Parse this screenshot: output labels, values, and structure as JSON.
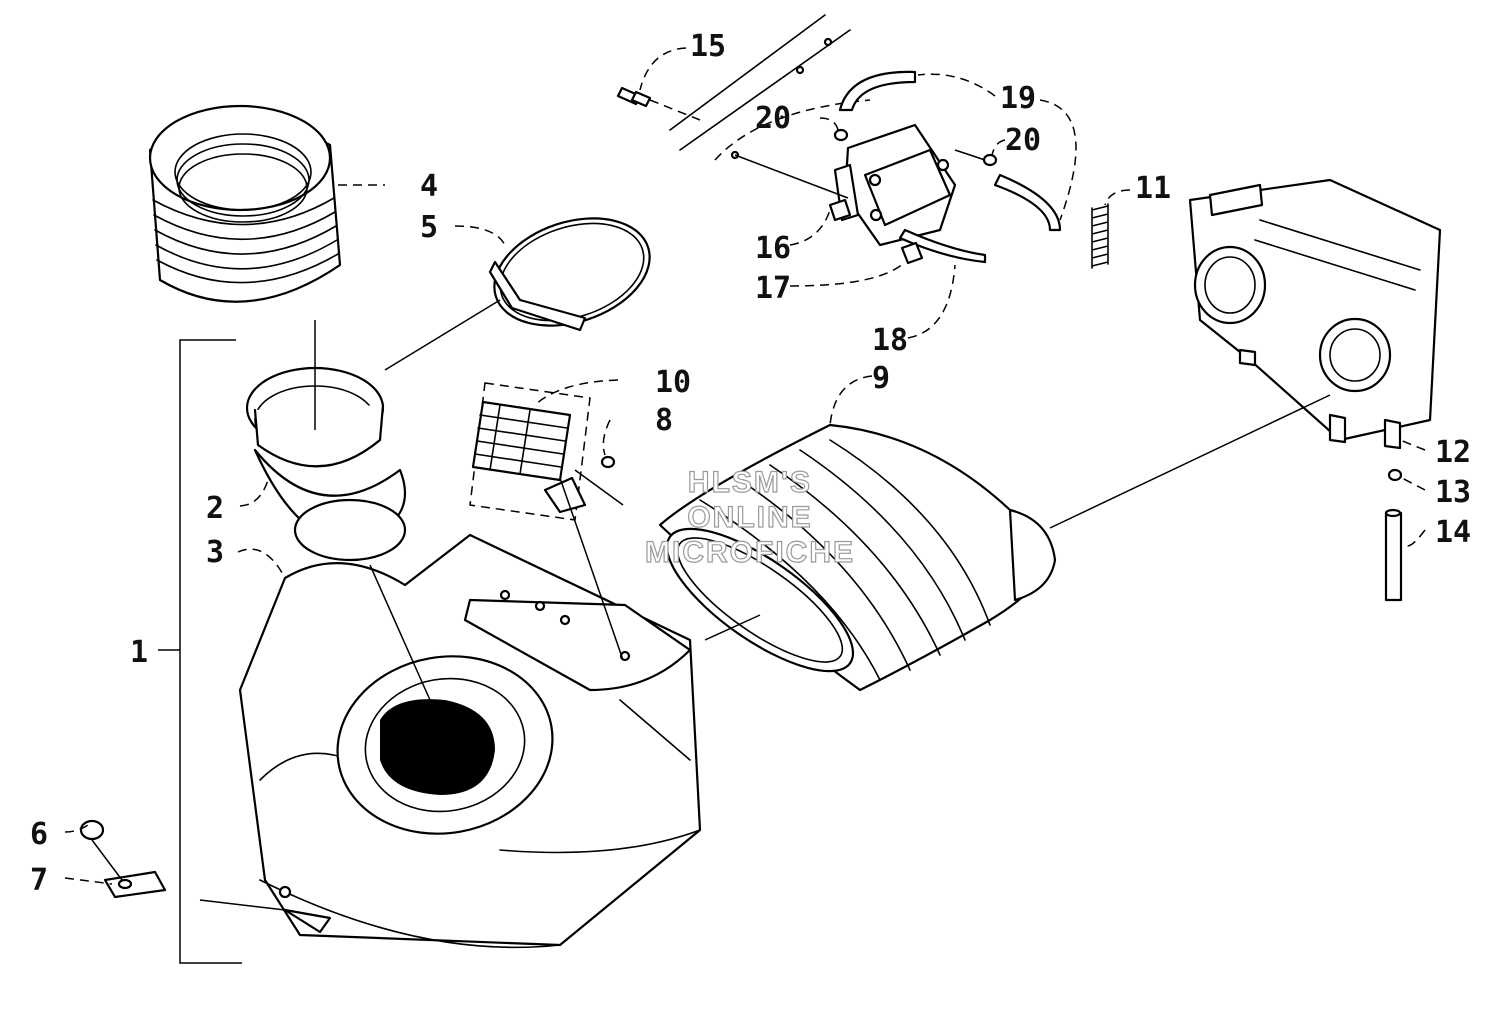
{
  "callouts": {
    "c1": "1",
    "c2": "2",
    "c3": "3",
    "c4": "4",
    "c5": "5",
    "c6": "6",
    "c7": "7",
    "c8": "8",
    "c9": "9",
    "c10": "10",
    "c11": "11",
    "c12": "12",
    "c13": "13",
    "c14": "14",
    "c15": "15",
    "c16": "16",
    "c17": "17",
    "c18": "18",
    "c19": "19",
    "c20a": "20",
    "c20b": "20"
  },
  "watermark": {
    "line1": "HLSM'S",
    "line2": "ONLINE",
    "line3": "MICROFICHE"
  }
}
